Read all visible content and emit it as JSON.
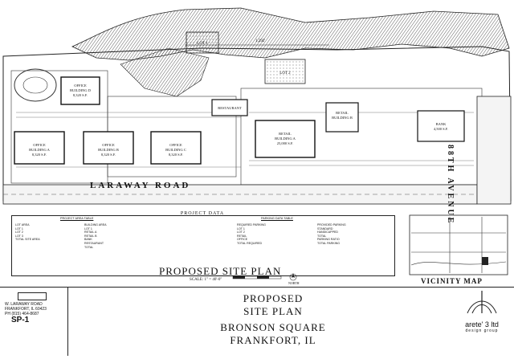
{
  "plan": {
    "road_bottom": "LARAWAY ROAD",
    "road_right": "88TH AVENUE",
    "lot_dim": "1,292'",
    "buildings": [
      {
        "label": "OFFICE\nBUILDING A\n8,320 S.F."
      },
      {
        "label": "OFFICE\nBUILDING B\n8,320 S.F."
      },
      {
        "label": "OFFICE\nBUILDING C\n8,320 S.F."
      },
      {
        "label": "OFFICE\nBUILDING D\n8,320 S.F."
      },
      {
        "label": "RESTAURANT"
      },
      {
        "label": "RETAIL\nBUILDING A\n25,000 S.F."
      },
      {
        "label": "RETAIL\nBUILDING B"
      },
      {
        "label": "BANK\n4,500 S.F."
      },
      {
        "label": "LOT 2"
      },
      {
        "label": "LOT 1"
      }
    ]
  },
  "project_data": {
    "title": "PROJECT DATA",
    "col1_head": "PROJECT AREA TABLE",
    "col2_head": "PARKING DATA TABLE",
    "col1": [
      "LOT AREA",
      "LOT 1",
      "LOT 2",
      "LOT 3",
      "TOTAL SITE AREA"
    ],
    "col2": [
      "BUILDING AREA",
      "LOT 1",
      "RETAIL A",
      "RETAIL B",
      "BANK",
      "RESTAURANT",
      "TOTAL"
    ],
    "col3": [
      "REQUIRED PARKING",
      "LOT 1",
      "LOT 2",
      "RETAIL",
      "OFFICE",
      "TOTAL REQUIRED"
    ],
    "col4": [
      "PROVIDED PARKING",
      "STANDARD",
      "HANDICAPPED",
      "TOTAL",
      "PARKING RATIO",
      "TOTAL PARKING"
    ]
  },
  "site_plan_label": "PROPOSED SITE PLAN",
  "scale_label": "SCALE: 1\" = 40'-0\"",
  "north_label": "NORTH",
  "vicinity_map_label": "VICINITY MAP",
  "title_block": {
    "address1": "W. LARAWAY ROAD",
    "address2": "FRANKFORT, IL  60423",
    "phone": "PH (815) 464-8687",
    "sheet": "SP-1",
    "heading1": "PROPOSED",
    "heading2": "SITE PLAN",
    "project": "BRONSON SQUARE",
    "location": "FRANKFORT, IL",
    "firm": "arete' 3 ltd",
    "firm_sub": "design group"
  }
}
